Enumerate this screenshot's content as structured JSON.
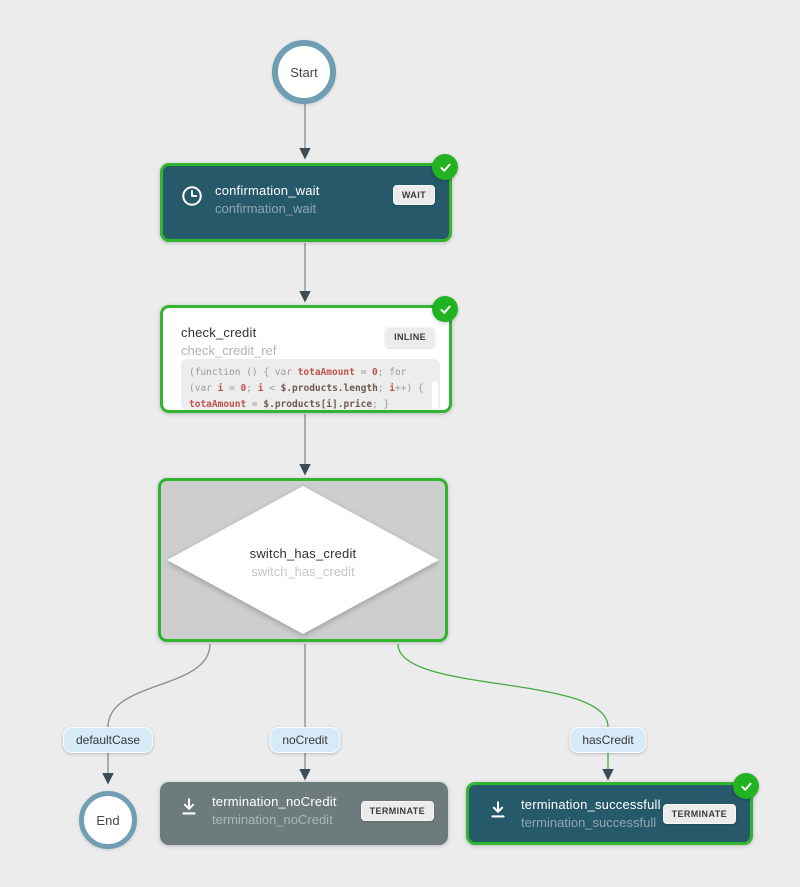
{
  "diagram": {
    "kind": "workflow-execution-graph"
  },
  "colors": {
    "background": "#ececec",
    "node_teal": "#265a6b",
    "node_gray": "#6e7b7c",
    "switch_gray": "#cecece",
    "success_border_green": "#2fb52f",
    "check_circle_green": "#22b322",
    "edge_gray": "#8b8b8b",
    "edge_green": "#44a944",
    "arrowhead_dark": "#3c4b54",
    "label_blue": "#d6eaf8",
    "circle_border_teal": "#6f9fb0",
    "code_red": "#c0544c"
  },
  "nodes": {
    "start": {
      "label": "Start"
    },
    "end": {
      "label": "End"
    },
    "confirmation_wait": {
      "title": "confirmation_wait",
      "subtitle": "confirmation_wait",
      "type_badge": "WAIT",
      "status": "completed"
    },
    "check_credit": {
      "title": "check_credit",
      "subtitle": "check_credit_ref",
      "type_badge": "INLINE",
      "status": "completed",
      "code_lines": [
        [
          {
            "t": "(function () { var ",
            "c": "p"
          },
          {
            "t": "totaAmount",
            "c": "r"
          },
          {
            "t": " = ",
            "c": "p"
          },
          {
            "t": "0",
            "c": "r"
          },
          {
            "t": "; for",
            "c": "p"
          }
        ],
        [
          {
            "t": "(var ",
            "c": "p"
          },
          {
            "t": "i",
            "c": "r"
          },
          {
            "t": " = ",
            "c": "p"
          },
          {
            "t": "0",
            "c": "r"
          },
          {
            "t": "; ",
            "c": "p"
          },
          {
            "t": "i",
            "c": "r"
          },
          {
            "t": " < ",
            "c": "p"
          },
          {
            "t": "$.products.length",
            "c": "b"
          },
          {
            "t": "; ",
            "c": "p"
          },
          {
            "t": "i",
            "c": "r"
          },
          {
            "t": "++) {",
            "c": "p"
          }
        ],
        [
          {
            "t": "totaAmount",
            "c": "r"
          },
          {
            "t": " = ",
            "c": "p"
          },
          {
            "t": "$.products[i].price",
            "c": "b"
          },
          {
            "t": "; }",
            "c": "p"
          }
        ]
      ]
    },
    "switch_has_credit": {
      "title": "switch_has_credit",
      "subtitle": "switch_has_credit"
    },
    "termination_noCredit": {
      "title": "termination_noCredit",
      "subtitle": "termination_noCredit",
      "type_badge": "TERMINATE",
      "status": "none"
    },
    "termination_successfull": {
      "title": "termination_successfull",
      "subtitle": "termination_successfull",
      "type_badge": "TERMINATE",
      "status": "completed"
    }
  },
  "edge_labels": {
    "defaultCase": "defaultCase",
    "noCredit": "noCredit",
    "hasCredit": "hasCredit"
  }
}
